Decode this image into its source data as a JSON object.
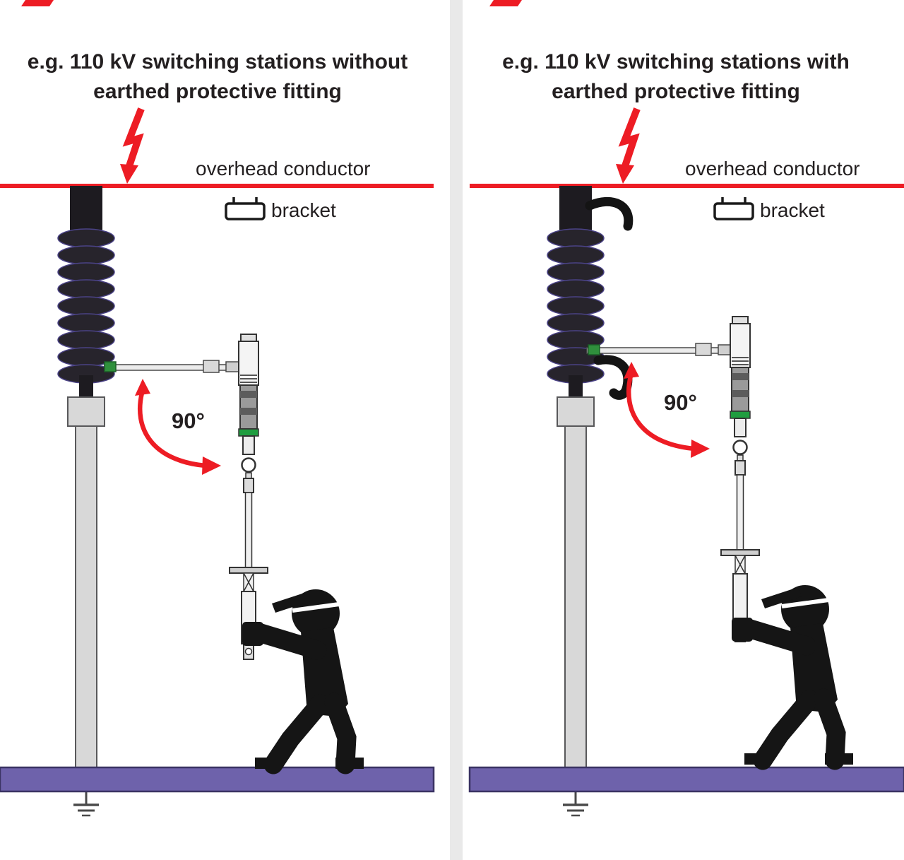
{
  "colors": {
    "conductor": "#ed1c24",
    "ground_bar": "#6e62ab",
    "ground_bar_edge": "#3a3363",
    "metal_gray": "#d8d8d8",
    "ink": "#231f20",
    "green_band": "#1f9d3f",
    "divider_gray": "#e9e9e9"
  },
  "panels": [
    {
      "title_line1": "e.g. 110 kV switching stations without",
      "title_line2": "earthed protective fitting",
      "conductor_label": "overhead conductor",
      "bracket_label": "bracket",
      "angle_label": "90°"
    },
    {
      "title_line1": "e.g. 110 kV switching stations with",
      "title_line2": "earthed protective fitting",
      "conductor_label": "overhead conductor",
      "bracket_label": "bracket",
      "angle_label": "90°"
    }
  ]
}
